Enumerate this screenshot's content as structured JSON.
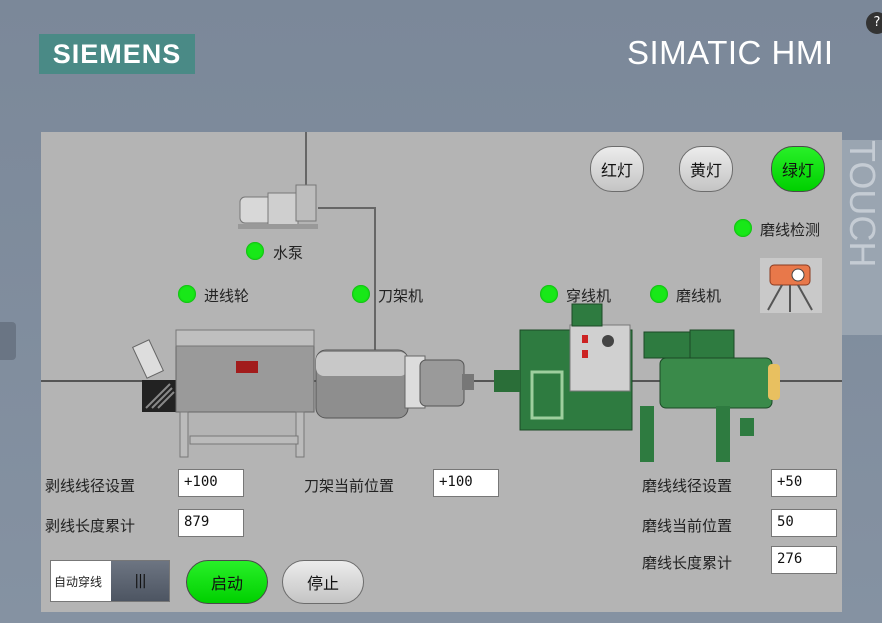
{
  "header": {
    "logo_text": "SIEMENS",
    "brand": "SIMATIC HMI",
    "help_icon": "?"
  },
  "side_text": "TOUCH",
  "buttons": {
    "red": "红灯",
    "yellow": "黄灯",
    "green": "绿灯",
    "start": "启动",
    "stop": "停止"
  },
  "indicators": {
    "grind_detect": "磨线检测",
    "pump": "水泵",
    "feed_wheel": "进线轮",
    "cutter": "刀架机",
    "threader": "穿线机",
    "grinder": "磨线机"
  },
  "fields": {
    "strip_dia_label": "剥线线径设置",
    "strip_dia_value": "+100",
    "strip_len_label": "剥线长度累计",
    "strip_len_value": "879",
    "cutter_pos_label": "刀架当前位置",
    "cutter_pos_value": "+100",
    "grind_dia_label": "磨线线径设置",
    "grind_dia_value": "+50",
    "grind_pos_label": "磨线当前位置",
    "grind_pos_value": "50",
    "grind_len_label": "磨线长度累计",
    "grind_len_value": "276"
  },
  "mode_toggle": {
    "label": "自动穿线",
    "knob": "|||"
  },
  "colors": {
    "lamp_on": "#18e818",
    "panel": "#b4b4b4",
    "logo_bg": "#4a8a86",
    "machine_green": "#2e7b40"
  }
}
